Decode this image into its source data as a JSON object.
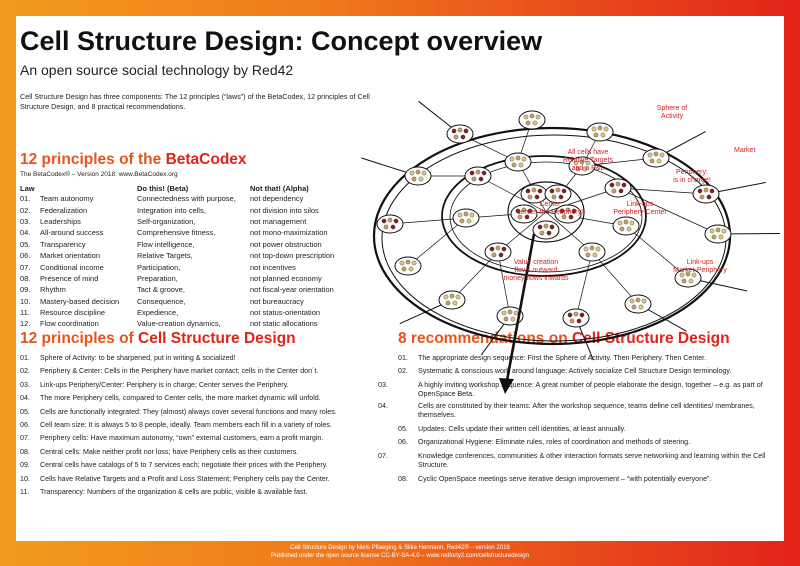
{
  "header": {
    "title": "Cell Structure Design: Concept overview",
    "subtitle": "An open source social technology by Red42",
    "intro": "Cell Structure Design has three components: The 12 principles (“laws”) of the BetaCodex, 12 principles of Cell Structure Design, and 8 practical recommendations."
  },
  "betacodex": {
    "heading_a": "12 principles of the ",
    "heading_b": "BetaCodex",
    "meta": "The BetaCodex® – Version 2018: www.BetaCodex.org",
    "col_law": "Law",
    "col_beta": "Do this! (Beta)",
    "col_alpha": "Not that! (Alpha)",
    "rows": [
      {
        "n": "01.",
        "law": "Team autonomy",
        "beta": "Connectedness with purpose,",
        "alpha": "not dependency"
      },
      {
        "n": "02.",
        "law": "Federalization",
        "beta": "Integration into cells,",
        "alpha": "not division into silos"
      },
      {
        "n": "03.",
        "law": "Leaderships",
        "beta": "Self-organization,",
        "alpha": "not management"
      },
      {
        "n": "04.",
        "law": "All-around success",
        "beta": "Comprehensive fitness,",
        "alpha": "not mono-maximization"
      },
      {
        "n": "05.",
        "law": "Transparency",
        "beta": "Flow intelligence,",
        "alpha": "not power obstruction"
      },
      {
        "n": "06.",
        "law": "Market orientation",
        "beta": "Relative Targets,",
        "alpha": "not top-down prescription"
      },
      {
        "n": "07.",
        "law": "Conditional income",
        "beta": "Participation,",
        "alpha": "not incentives"
      },
      {
        "n": "08.",
        "law": "Presence of mind",
        "beta": "Preparation,",
        "alpha": "not planned economy"
      },
      {
        "n": "09.",
        "law": "Rhythm",
        "beta": "Tact & groove,",
        "alpha": "not fiscal-year orientation"
      },
      {
        "n": "10.",
        "law": "Mastery-based decision",
        "beta": "Consequence,",
        "alpha": "not bureaucracy"
      },
      {
        "n": "11.",
        "law": "Resource discipline",
        "beta": "Expedience,",
        "alpha": "not status-orientation"
      },
      {
        "n": "12.",
        "law": "Flow coordination",
        "beta": "Value-creation dynamics,",
        "alpha": "not static allocations"
      }
    ]
  },
  "csd": {
    "heading_a": "12 principles of ",
    "heading_b": "Cell Structure Design",
    "items": [
      {
        "n": "01.",
        "t": "Sphere of Activity: to be sharpened, put in writing & socialized!"
      },
      {
        "n": "02.",
        "t": "Periphery & Center: Cells in the Periphery have market contact; cells in the Center don´t."
      },
      {
        "n": "03.",
        "t": "Link-ups Periphery/Center: Periphery is in charge; Center serves the Periphery."
      },
      {
        "n": "04.",
        "t": "The more Periphery cells, compared to Center cells, the more market dynamic will unfold."
      },
      {
        "n": "05.",
        "t": "Cells are functionally integrated: They (almost) always cover several functions and many roles."
      },
      {
        "n": "06.",
        "t": "Cell team size: It is always 5 to 8 people, ideally. Team members each fill in a variety of roles."
      },
      {
        "n": "07.",
        "t": "Periphery cells: Have maximum autonomy, “own” external customers, earn a profit margin."
      },
      {
        "n": "08.",
        "t": "Central cells: Make neither profit nor loss; have Periphery cells as their customers."
      },
      {
        "n": "09.",
        "t": "Central cells have catalogs of 5 to 7 services each; negotiate their prices with the Periphery."
      },
      {
        "n": "10.",
        "t": "Cells have Relative Targets and a Profit and Loss Statement; Periphery cells pay the Center."
      },
      {
        "n": "11.",
        "t": "Transparency: Numbers of the organization & cells are public, visible & available fast."
      }
    ]
  },
  "recs": {
    "heading_a": "8 recommendations on ",
    "heading_b": "Cell Structure Design",
    "items": [
      {
        "n": "01.",
        "t": "The appropriate design sequence: First the Sphere of Activity. Then Periphery. Then Center."
      },
      {
        "n": "02.",
        "t": "Systematic & conscious work around language: Actively socialize Cell Structure Design terminology."
      },
      {
        "n": "03.",
        "t": "A highly inviting workshop sequence: A great number of people elaborate the design, together – e.g. as part of OpenSpace Beta.",
        "wrap": true
      },
      {
        "n": "04.",
        "t": "Cells are constituted by their teams: After the workshop sequence, teams define cell identities/ membranes, themselves.",
        "wrap": true
      },
      {
        "n": "05.",
        "t": "Updates: Cells update their written cell identities, at least annually."
      },
      {
        "n": "06.",
        "t": "Organizational Hygiene: Eliminate rules, roles of coordination and methods of steering."
      },
      {
        "n": "07.",
        "t": "Knowledge conferences, communities & other interaction formats serve networking and learning within the Cell Structure.",
        "wrap": true
      },
      {
        "n": "08.",
        "t": "Cyclic OpenSpace meetings serve iterative design improvement – “with potentially everyone”."
      }
    ]
  },
  "diagram": {
    "labels": {
      "sphere": [
        "Sphere of",
        "Activity"
      ],
      "market": "Market",
      "all_cells": [
        "All cells have",
        "Relative Targets",
        "and a P&L"
      ],
      "periphery": [
        "Periphery:",
        "is in charge!"
      ],
      "center": [
        "Center",
        "serves the Periphery!"
      ],
      "link_center": [
        "Link-ups",
        "Periphery-Center"
      ],
      "link_periphery": [
        "Link-ups",
        "Market-Periphery"
      ],
      "flows": [
        "Value creation",
        "flows outward",
        "money flows inwards"
      ]
    },
    "colors": {
      "label": "#d01f1f",
      "stroke": "#111111"
    }
  },
  "footer": {
    "line1": "Cell Structure Design by Niels Pflaeging & Silke Hermann, Red42® – version 2019",
    "line2": "Published under the open source license CC-BY-SA-4.0 – www.redforty2.com/cellstructuredesign"
  }
}
